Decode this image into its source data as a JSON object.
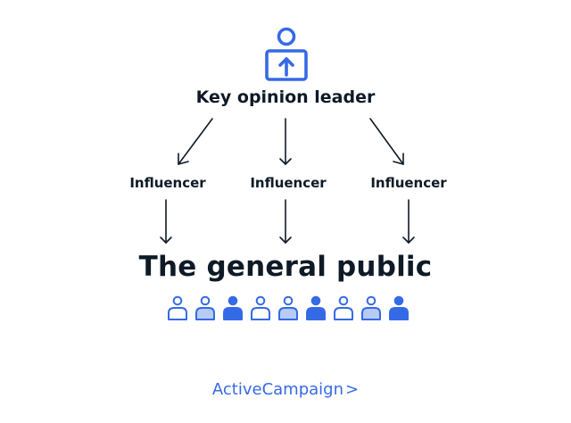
{
  "diagram": {
    "leader": {
      "label": "Key opinion leader",
      "icon": "person-upload-icon"
    },
    "influencers": [
      {
        "label": "Influencer"
      },
      {
        "label": "Influencer"
      },
      {
        "label": "Influencer"
      }
    ],
    "public": {
      "title": "The general public",
      "people": [
        {
          "style": "outline"
        },
        {
          "style": "light"
        },
        {
          "style": "solid"
        },
        {
          "style": "outline"
        },
        {
          "style": "light"
        },
        {
          "style": "solid"
        },
        {
          "style": "outline"
        },
        {
          "style": "light"
        },
        {
          "style": "solid"
        }
      ]
    }
  },
  "brand": {
    "name": "ActiveCampaign",
    "chevron": ">"
  },
  "colors": {
    "accent": "#356ae6",
    "accent_light": "#b8cbf4",
    "text": "#0e1a26"
  }
}
